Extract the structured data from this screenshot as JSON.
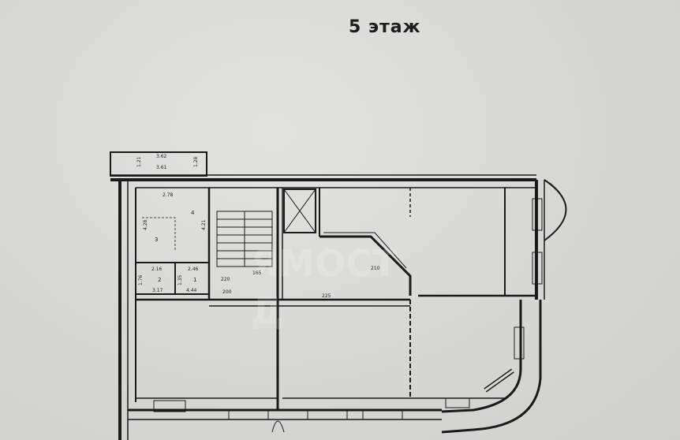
{
  "title": "5 этаж",
  "watermark": {
    "line1": "ЯМОСТ",
    "line2": "Д"
  },
  "dimensions": {
    "balcony_width": "3.62",
    "balcony_inner": "3.61",
    "balcony_left": "1.21",
    "balcony_right": "1.28",
    "room4_width": "2.78",
    "room4_height_left": "4.28",
    "room4_height_right": "4.21",
    "room2_width": "2.16",
    "room2_height": "1.76",
    "room2_area": "3.17",
    "room1_width": "2.46",
    "room1_height": "1.35",
    "room1_area": "4.44",
    "corridor_a": "220",
    "corridor_b": "200",
    "stair_label": "165",
    "hall_label": "225",
    "room_right_label": "210"
  },
  "rooms": {
    "r1": "1",
    "r2": "2",
    "r3": "3",
    "r4": "4"
  },
  "colors": {
    "ink": "#1a1a1a",
    "paper": "#d9d9d7"
  }
}
